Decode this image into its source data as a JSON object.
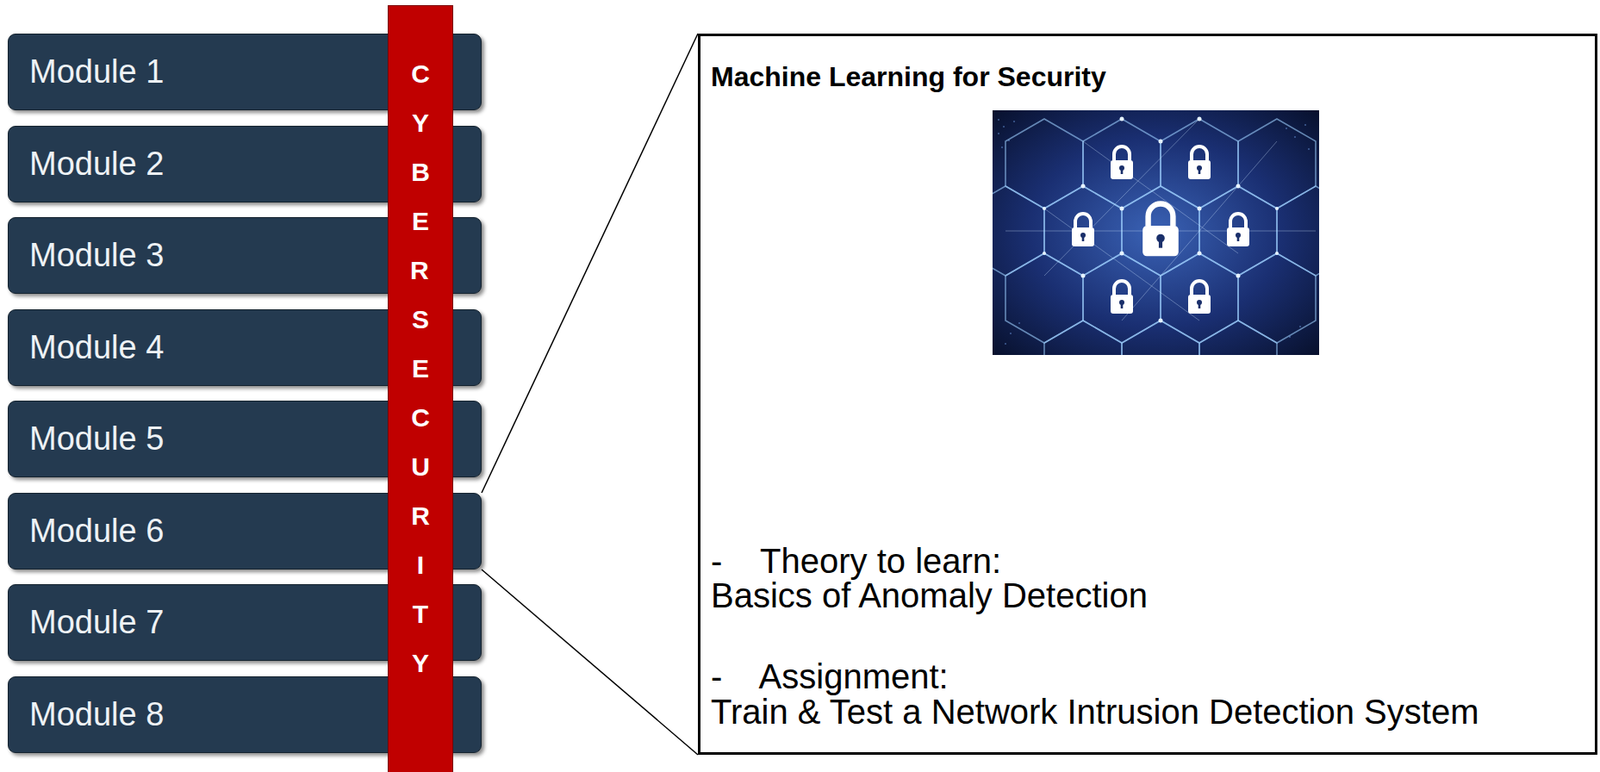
{
  "diagram": {
    "nodes": [
      {
        "text": [
          "Module 1"
        ]
      },
      {
        "text": [
          "Module 2"
        ]
      },
      {
        "text": [
          "Module 3"
        ]
      },
      {
        "text": [
          "Module 4"
        ]
      },
      {
        "text": [
          "Module 5"
        ]
      },
      {
        "text": [
          "Module 6"
        ]
      },
      {
        "text": [
          "Module 7"
        ]
      },
      {
        "text": [
          "Module 8"
        ]
      },
      {
        "text": [
          "CYBER SECURITY"
        ]
      },
      {
        "text": [
          "Machine Learning for Security",
          "-    Theory to learn:",
          "Basics of Anomaly Detection",
          "-    Assignment:",
          "Train & Test a Network Intrusion Detection System"
        ]
      }
    ],
    "edges": [
      {
        "from": 5,
        "to": 9,
        "arrow": "none"
      }
    ]
  }
}
